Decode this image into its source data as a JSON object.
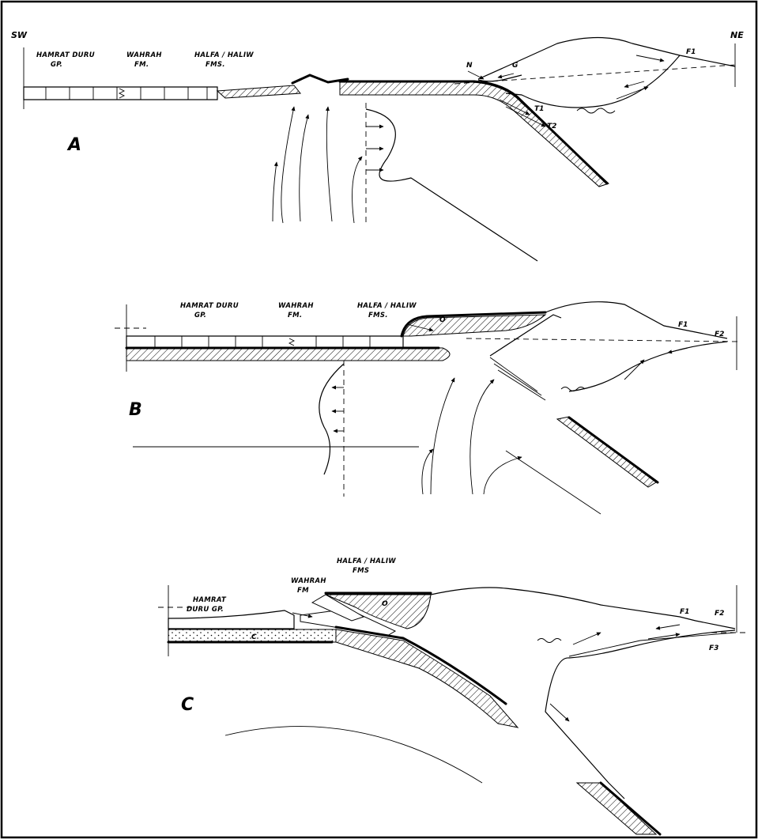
{
  "orientation": {
    "left": "SW",
    "right": "NE"
  },
  "panels": [
    {
      "id": "A",
      "formation_labels": [
        "HAMRAT DURU",
        "GP.",
        "WAHRAH",
        "FM.",
        "HALFA / HALIW",
        "FMS."
      ],
      "markers": [
        "N",
        "G",
        "T1",
        "T2",
        "F1"
      ]
    },
    {
      "id": "B",
      "formation_labels": [
        "HAMRAT DURU",
        "GP.",
        "WAHRAH",
        "FM.",
        "HALFA / HALIW",
        "FMS."
      ],
      "markers": [
        "O",
        "F1",
        "F2"
      ]
    },
    {
      "id": "C",
      "formation_labels": [
        "HAMRAT",
        "DURU GP.",
        "WAHRAH",
        "FM",
        "HALFA / HALIW",
        "FMS"
      ],
      "markers": [
        "O",
        "C",
        "F1",
        "F2",
        "F3"
      ]
    }
  ],
  "colors": {
    "ink": "#000000",
    "paper": "#ffffff"
  }
}
